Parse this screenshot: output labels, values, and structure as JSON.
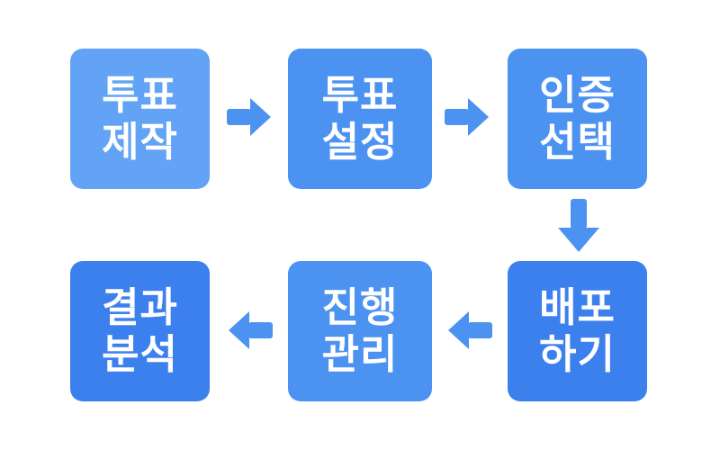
{
  "colors": {
    "box_light": "#62A3F6",
    "box_medium": "#4C93F1",
    "box_dark": "#3C80EE",
    "arrow": "#4C93F1",
    "text": "#FFFFFF",
    "background": "#FFFFFF"
  },
  "steps": [
    {
      "line1": "투표",
      "line2": "제작",
      "color": "#62A3F6"
    },
    {
      "line1": "투표",
      "line2": "설정",
      "color": "#4C93F1"
    },
    {
      "line1": "인증",
      "line2": "선택",
      "color": "#4C93F1"
    },
    {
      "line1": "배포",
      "line2": "하기",
      "color": "#3C80EE"
    },
    {
      "line1": "진행",
      "line2": "관리",
      "color": "#4C93F1"
    },
    {
      "line1": "결과",
      "line2": "분석",
      "color": "#3C80EE"
    }
  ]
}
